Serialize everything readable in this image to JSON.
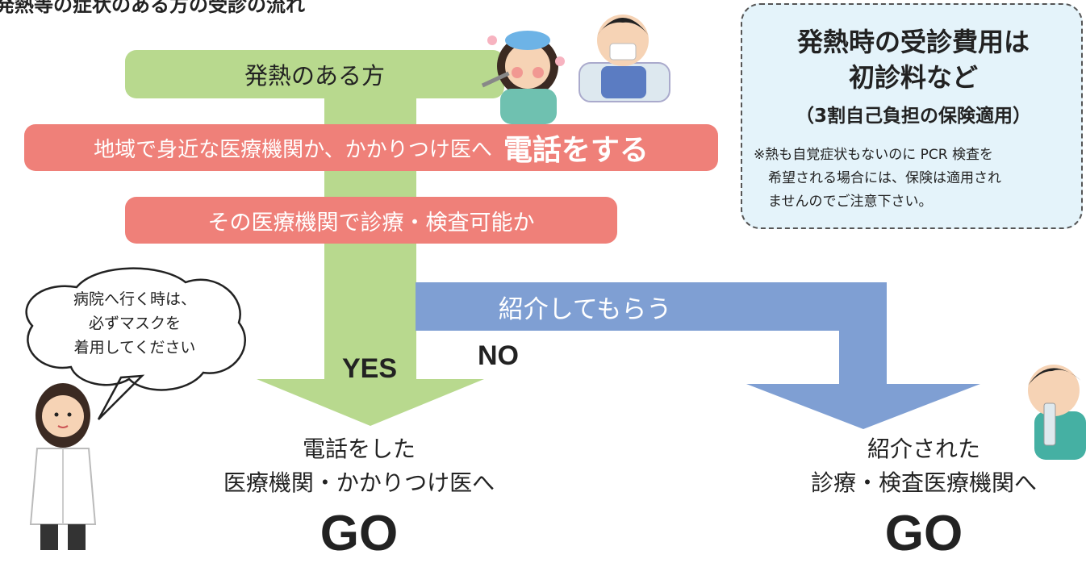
{
  "title": "発熱等の症状のある方の受診の流れ",
  "colors": {
    "green": "#b8d98e",
    "salmon": "#ef8079",
    "blue": "#7f9fd3",
    "info_bg": "#e4f3fa"
  },
  "flow": {
    "fever": "発熱のある方",
    "phone_prefix": "地域で身近な医療機関か、かかりつけ医へ",
    "phone_emphasis": "電話をする",
    "check": "その医療機関で診療・検査可能か",
    "referral": "紹介してもらう",
    "yes": "YES",
    "no": "NO"
  },
  "destinations": {
    "left": {
      "line1": "電話をした",
      "line2": "医療機関・かかりつけ医へ",
      "go": "GO"
    },
    "right": {
      "line1": "紹介された",
      "line2": "診療・検査医療機関へ",
      "go": "GO"
    }
  },
  "info_box": {
    "title_line1": "発熱時の受診費用は",
    "title_line2": "初診料など",
    "subtitle": "（3割自己負担の保険適用）",
    "note_line1": "※熱も自覚症状もないのに PCR 検査を",
    "note_line2": "希望される場合には、保険は適用され",
    "note_line3": "ませんのでご注意下さい。"
  },
  "speech_bubble": {
    "line1": "病院へ行く時は、",
    "line2": "必ずマスクを",
    "line3": "着用してください"
  },
  "illustrations": [
    "feverish-girl-icon",
    "sick-boy-in-bed-icon",
    "doctor-icon",
    "boy-with-drink-icon"
  ]
}
